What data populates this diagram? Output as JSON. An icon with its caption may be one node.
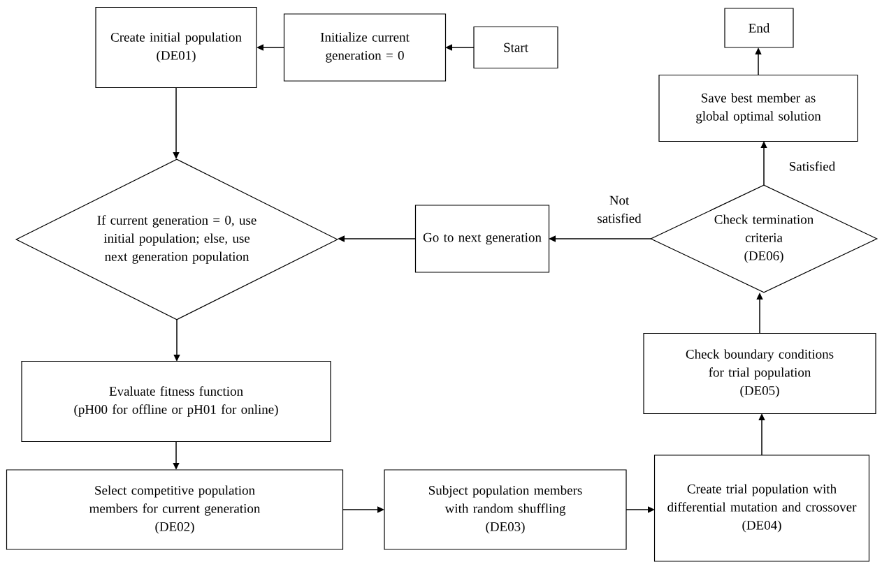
{
  "diagram": {
    "nodes": [
      {
        "text": [
          "Create initial population",
          "(DE01)"
        ]
      },
      {
        "text": [
          "Initialize current generation = 0"
        ]
      },
      {
        "text": [
          "Start"
        ]
      },
      {
        "text": [
          "End"
        ]
      },
      {
        "text": [
          "Save best member as global optimal solution"
        ]
      },
      {
        "text": [
          "If current generation = 0, use initial population; else, use next generation population"
        ]
      },
      {
        "text": [
          "Go to next generation"
        ]
      },
      {
        "text": [
          "Check termination criteria",
          "(DE06)"
        ]
      },
      {
        "text": [
          "Evaluate fitness function",
          "(pH00 for offline or pH01 for online)"
        ]
      },
      {
        "text": [
          "Select competitive population members for current generation",
          "(DE02)"
        ]
      },
      {
        "text": [
          "Subject population members with random shuffling",
          "(DE03)"
        ]
      },
      {
        "text": [
          "Create trial population with differential mutation and crossover",
          "(DE04)"
        ]
      },
      {
        "text": [
          "Check boundary conditions for trial population",
          "(DE05)"
        ]
      }
    ],
    "edges": [
      {
        "from": 2,
        "to": 1,
        "arrow": "to"
      },
      {
        "from": 1,
        "to": 0,
        "arrow": "to"
      },
      {
        "from": 0,
        "to": 5,
        "arrow": "to"
      },
      {
        "from": 6,
        "to": 5,
        "arrow": "to"
      },
      {
        "from": 7,
        "to": 6,
        "arrow": "to",
        "label": "Not satisfied"
      },
      {
        "from": 7,
        "to": 4,
        "arrow": "to",
        "label": "Satisfied"
      },
      {
        "from": 4,
        "to": 3,
        "arrow": "to"
      },
      {
        "from": 5,
        "to": 8,
        "arrow": "to"
      },
      {
        "from": 8,
        "to": 9,
        "arrow": "to"
      },
      {
        "from": 9,
        "to": 10,
        "arrow": "to"
      },
      {
        "from": 10,
        "to": 11,
        "arrow": "to"
      },
      {
        "from": 11,
        "to": 12,
        "arrow": "to"
      },
      {
        "from": 12,
        "to": 7,
        "arrow": "to"
      }
    ]
  }
}
